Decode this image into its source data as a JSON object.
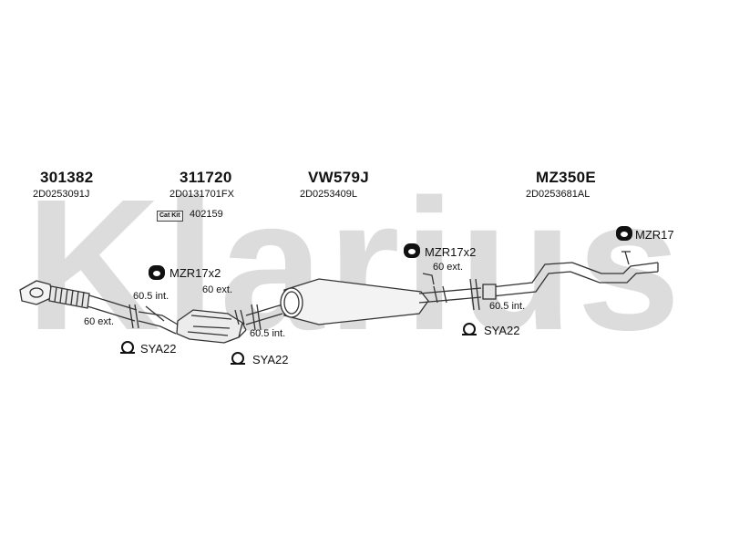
{
  "watermark": "Klarius",
  "parts": [
    {
      "number": "301382",
      "ref": "2D0253091J"
    },
    {
      "number": "311720",
      "ref": "2D0131701FX"
    },
    {
      "number": "VW579J",
      "ref": "2D0253409L"
    },
    {
      "number": "MZ350E",
      "ref": "2D0253681AL"
    }
  ],
  "cat_kit": {
    "badge": "Cat Kit",
    "number": "402159"
  },
  "fittings": {
    "mzr_1": "MZR17x2",
    "mzr_2": "MZR17x2",
    "mzr_3": "MZR17",
    "sya_1": "SYA22",
    "sya_2": "SYA22",
    "sya_3": "SYA22"
  },
  "pipe_sizes": {
    "a": "60.5 int.",
    "b": "60 ext.",
    "c": "60 ext.",
    "d": "60.5 int.",
    "e": "60 ext.",
    "f": "60.5 int."
  }
}
